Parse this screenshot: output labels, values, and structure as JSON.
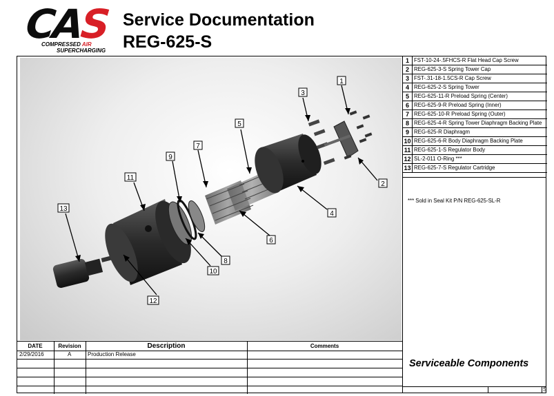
{
  "logo": {
    "letters_dark": "CA",
    "letters_red": "S",
    "line1_a": "COMPRESSED ",
    "line1_b": "AIR",
    "line2": "SUPERCHARGING",
    "accent": "#d81f26"
  },
  "header": {
    "title": "Service Documentation",
    "part_number": "REG-625-S"
  },
  "parts": [
    {
      "no": "1",
      "desc": "FST-10-24-.5FHCS-R Flat Head Cap Screw"
    },
    {
      "no": "2",
      "desc": "REG-625-3-S Spring Tower Cap"
    },
    {
      "no": "3",
      "desc": "FST-.31-18-1.5CS-R Cap Screw"
    },
    {
      "no": "4",
      "desc": "REG-625-2-S Spring Tower"
    },
    {
      "no": "5",
      "desc": "REG-625-11-R Preload Spring (Center)"
    },
    {
      "no": "6",
      "desc": "REG-625-9-R Preload Spring (Inner)"
    },
    {
      "no": "7",
      "desc": "REG-625-10-R Preload Spring (Outer)"
    },
    {
      "no": "8",
      "desc": "REG-625-4-R Spring Tower Diaphragm Backing Plate"
    },
    {
      "no": "9",
      "desc": "REG-625-R Diaphragm"
    },
    {
      "no": "10",
      "desc": "REG-625-6-R Body Diaphragm Backing Plate"
    },
    {
      "no": "11",
      "desc": "REG-625-1-S Regulator Body"
    },
    {
      "no": "12",
      "desc": "SL-2-011 O-Ring  ***"
    },
    {
      "no": "13",
      "desc": "REG-625-7-S Regulator Cartridge"
    }
  ],
  "note": "*** Sold in Seal Kit P/N REG-625-SL-R",
  "callouts": [
    "1",
    "2",
    "3",
    "4",
    "5",
    "6",
    "7",
    "8",
    "9",
    "10",
    "11",
    "12",
    "13"
  ],
  "revision": {
    "headers": {
      "date": "DATE",
      "revision": "Revision",
      "description": "Description",
      "comments": "Comments"
    },
    "rows": [
      {
        "date": "2/29/2016",
        "revision": "A",
        "description": "Production Release",
        "comments": ""
      }
    ]
  },
  "footer": {
    "label": "Serviceable Components",
    "sheet_mark": "S"
  }
}
